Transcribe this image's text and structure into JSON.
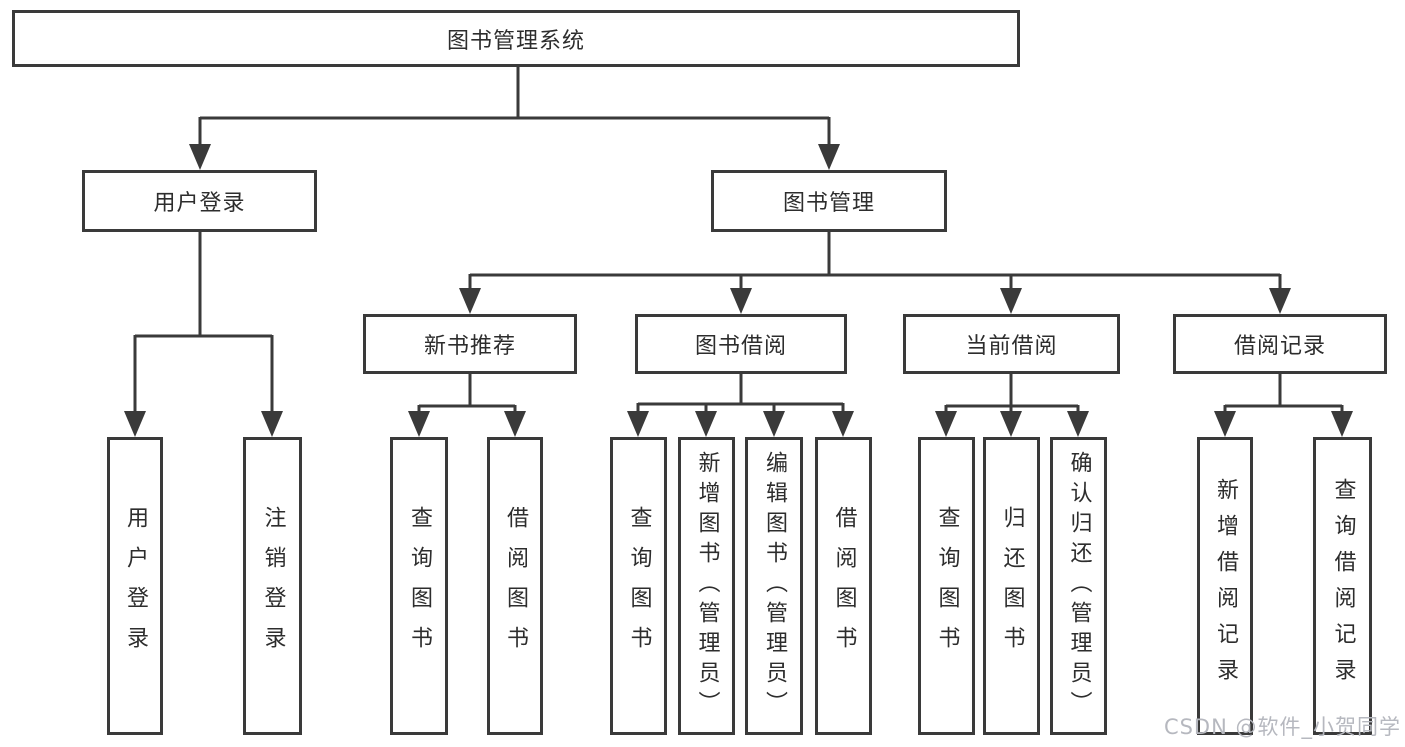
{
  "diagram": {
    "root": {
      "label": "图书管理系统"
    },
    "branches": [
      {
        "label": "用户登录",
        "children": [
          {
            "label": "用户登录"
          },
          {
            "label": "注销登录"
          }
        ]
      },
      {
        "label": "图书管理",
        "children": [
          {
            "label": "新书推荐",
            "children": [
              {
                "label": "查询图书"
              },
              {
                "label": "借阅图书"
              }
            ]
          },
          {
            "label": "图书借阅",
            "children": [
              {
                "label": "查询图书"
              },
              {
                "label": "新增图书（管理员）"
              },
              {
                "label": "编辑图书（管理员）"
              },
              {
                "label": "借阅图书"
              }
            ]
          },
          {
            "label": "当前借阅",
            "children": [
              {
                "label": "查询图书"
              },
              {
                "label": "归还图书"
              },
              {
                "label": "确认归还（管理员）"
              }
            ]
          },
          {
            "label": "借阅记录",
            "children": [
              {
                "label": "新增借阅记录"
              },
              {
                "label": "查询借阅记录"
              }
            ]
          }
        ]
      }
    ]
  },
  "watermark": {
    "text": "CSDN @软件_小贺同学"
  },
  "colors": {
    "line": "#3a3a3a",
    "text": "#2d2d2d",
    "background": "#ffffff",
    "watermark": "#b6b8bf"
  }
}
